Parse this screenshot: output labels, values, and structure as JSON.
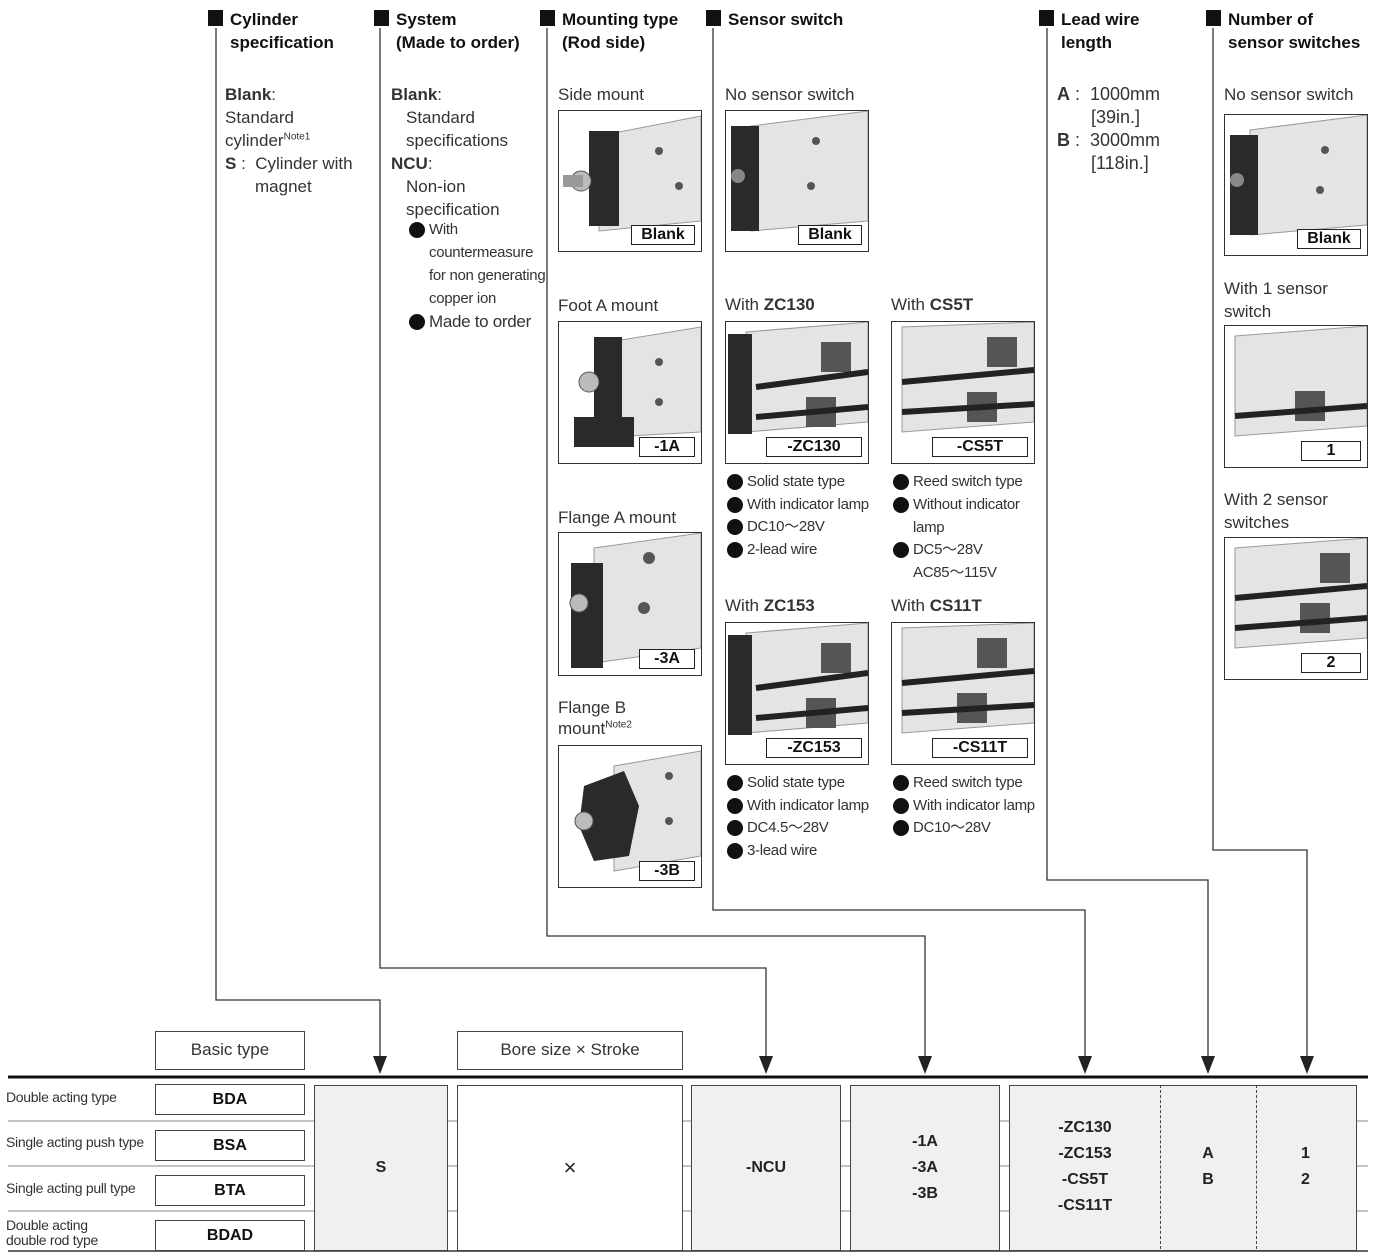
{
  "headers": {
    "cylinder": [
      "Cylinder",
      "specification"
    ],
    "system": [
      "System",
      "(Made to order)"
    ],
    "mounting": [
      "Mounting type",
      "(Rod side)"
    ],
    "sensor": [
      "Sensor switch"
    ],
    "lead": [
      "Lead wire",
      "length"
    ],
    "number": [
      "Number of",
      "sensor switches"
    ]
  },
  "cylinder_spec": {
    "blank_key": "Blank",
    "blank_desc": [
      "Standard",
      "cylinder"
    ],
    "note": "Note1",
    "s_key": "S",
    "s_desc": [
      "Cylinder with",
      "magnet"
    ]
  },
  "system_spec": {
    "blank_key": "Blank",
    "blank_desc": [
      "Standard",
      "specifications"
    ],
    "ncu_key": "NCU",
    "ncu_desc": [
      "Non-ion",
      "specification"
    ],
    "bullets": [
      [
        "With",
        "countermeasure",
        "for non generating",
        "copper ion"
      ],
      [
        "Made to order"
      ]
    ]
  },
  "mounting_types": [
    {
      "label": "Side mount",
      "code": "Blank"
    },
    {
      "label": "Foot A mount",
      "code": "-1A"
    },
    {
      "label": "Flange A mount",
      "code": "-3A"
    },
    {
      "label": "Flange B",
      "label2": "mount",
      "note": "Note2",
      "code": "-3B"
    }
  ],
  "sensor_switches": {
    "none": {
      "label": "No sensor switch",
      "code": "Blank"
    },
    "prefix": "With ",
    "items": [
      {
        "name": "ZC130",
        "code": "-ZC130",
        "bullets": [
          "Solid state type",
          "With indicator lamp",
          "DC10～28V",
          "2-lead wire"
        ]
      },
      {
        "name": "CS5T",
        "code": "-CS5T",
        "bullets": [
          "Reed switch type",
          "Without indicator",
          "lamp",
          "DC5～28V",
          "AC85～115V"
        ]
      },
      {
        "name": "ZC153",
        "code": "-ZC153",
        "bullets": [
          "Solid state type",
          "With indicator lamp",
          "DC4.5～28V",
          "3-lead wire"
        ]
      },
      {
        "name": "CS11T",
        "code": "-CS11T",
        "bullets": [
          "Reed switch type",
          "With indicator lamp",
          "DC10～28V"
        ]
      }
    ]
  },
  "lead_wire": [
    {
      "key": "A",
      "value": "1000mm",
      "sub": "[39in.]"
    },
    {
      "key": "B",
      "value": "3000mm",
      "sub": "[118in.]"
    }
  ],
  "sensor_count": [
    {
      "label": [
        "No sensor switch"
      ],
      "code": "Blank"
    },
    {
      "label": [
        "With 1 sensor",
        "switch"
      ],
      "code": "1"
    },
    {
      "label": [
        "With 2 sensor",
        "switches"
      ],
      "code": "2"
    }
  ],
  "order_code": {
    "basic_type_label": "Basic type",
    "bore_label": "Bore size × Stroke",
    "types": [
      {
        "name": "Double acting type",
        "code": "BDA"
      },
      {
        "name": "Single acting push type",
        "code": "BSA"
      },
      {
        "name": "Single acting pull type",
        "code": "BTA"
      },
      {
        "name": [
          "Double acting",
          "double rod type"
        ],
        "code": "BDAD"
      }
    ],
    "cells": {
      "cylinder": "S",
      "bore": "×",
      "system": "-NCU",
      "mounting": [
        "-1A",
        "-3A",
        "-3B"
      ],
      "sensor": [
        "-ZC130",
        "-ZC153",
        "-CS5T",
        "-CS11T"
      ],
      "lead": [
        "A",
        "B"
      ],
      "count": [
        "1",
        "2"
      ]
    }
  }
}
